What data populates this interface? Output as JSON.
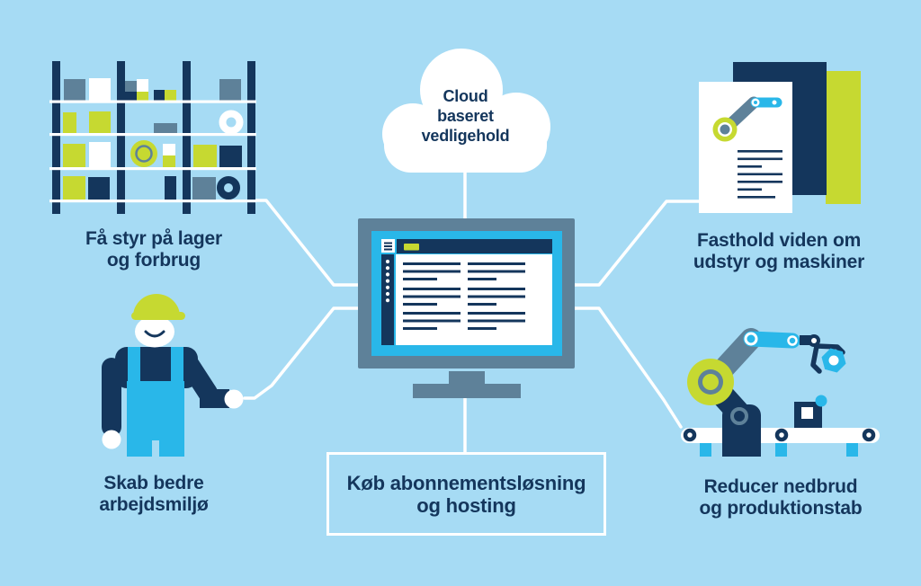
{
  "background_color": "#A6DBF4",
  "palette": {
    "navy": "#14365C",
    "slate": "#5E8199",
    "cyan": "#29B7E9",
    "lime": "#C6D931",
    "white": "#FFFFFF"
  },
  "cloud": {
    "label": "Cloud\nbaseret\nvedligehold",
    "icon": "cloud-icon"
  },
  "center": {
    "icon": "monitor-maintenance-software-icon"
  },
  "nodes": {
    "inventory": {
      "label": "Få styr på lager\nog forbrug",
      "icon": "warehouse-shelf-icon"
    },
    "knowledge": {
      "label": "Fasthold viden om\nudstyr og maskiner",
      "icon": "documents-icon"
    },
    "environment": {
      "label": "Skab bedre\narbejdsmiljø",
      "icon": "worker-icon"
    },
    "production": {
      "label": "Reducer nedbrud\nog produktionstab",
      "icon": "robot-arm-icon"
    },
    "subscription": {
      "label": "Køb abonnementsløsning\nog hosting"
    }
  }
}
